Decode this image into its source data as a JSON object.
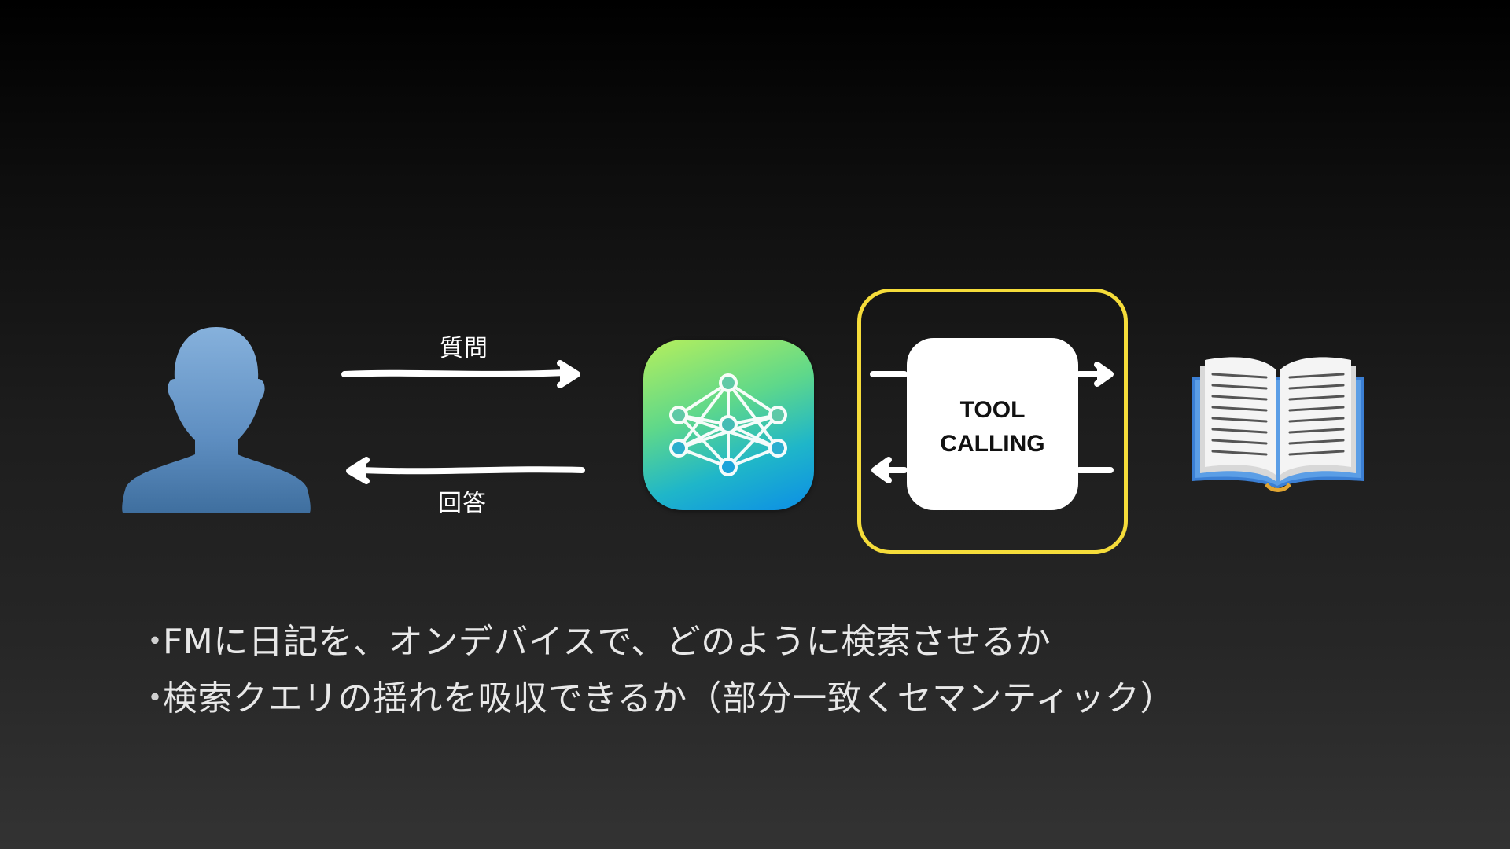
{
  "diagram": {
    "user_icon": "user-silhouette-icon",
    "flow": {
      "question_label": "質問",
      "answer_label": "回答"
    },
    "fm_app_icon": "neural-network-icon",
    "tool_calling": {
      "label": "TOOL\nCALLING",
      "highlight_color": "#f5dc3a"
    },
    "book_icon": "open-book-icon"
  },
  "bullets": [
    "FMに日記を、オンデバイスで、どのように検索させるか",
    "検索クエリの揺れを吸収できるか（部分一致くセマンティック）"
  ],
  "bullet_marker": "・",
  "colors": {
    "background_top": "#000000",
    "background_bottom": "#333333",
    "fm_gradient_start": "#b6ef5c",
    "fm_gradient_end": "#0c8ee6",
    "arrow": "#ffffff"
  }
}
